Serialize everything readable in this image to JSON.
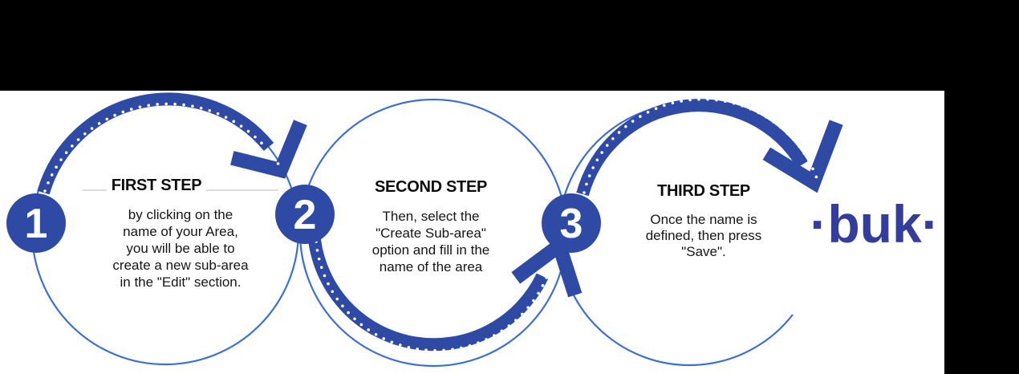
{
  "diagram": {
    "type": "three-step-process-flow",
    "steps": [
      {
        "number": "1",
        "title": "FIRST STEP",
        "body": "by clicking on the\nname of your Area,\nyou will be able to\ncreate a new sub-area\nin the \"Edit\" section."
      },
      {
        "number": "2",
        "title": "SECOND STEP",
        "body": "Then, select the\n\"Create Sub-area\"\noption and fill in the\nname of the area"
      },
      {
        "number": "3",
        "title": "THIRD STEP",
        "body": "Once the name is\ndefined, then press\n\"Save\"."
      }
    ],
    "logo": {
      "text": "·buk·"
    },
    "colors": {
      "dark_blue": "#2E4AA4",
      "light_blue": "#3B6FD3",
      "logo_blue": "#333D9B",
      "mask_black": "#000000",
      "background": "#FFFFFF",
      "text_black": "#111111",
      "dot_white": "#FFFFFF",
      "title_dash_gray": "#DCDCDC"
    }
  }
}
